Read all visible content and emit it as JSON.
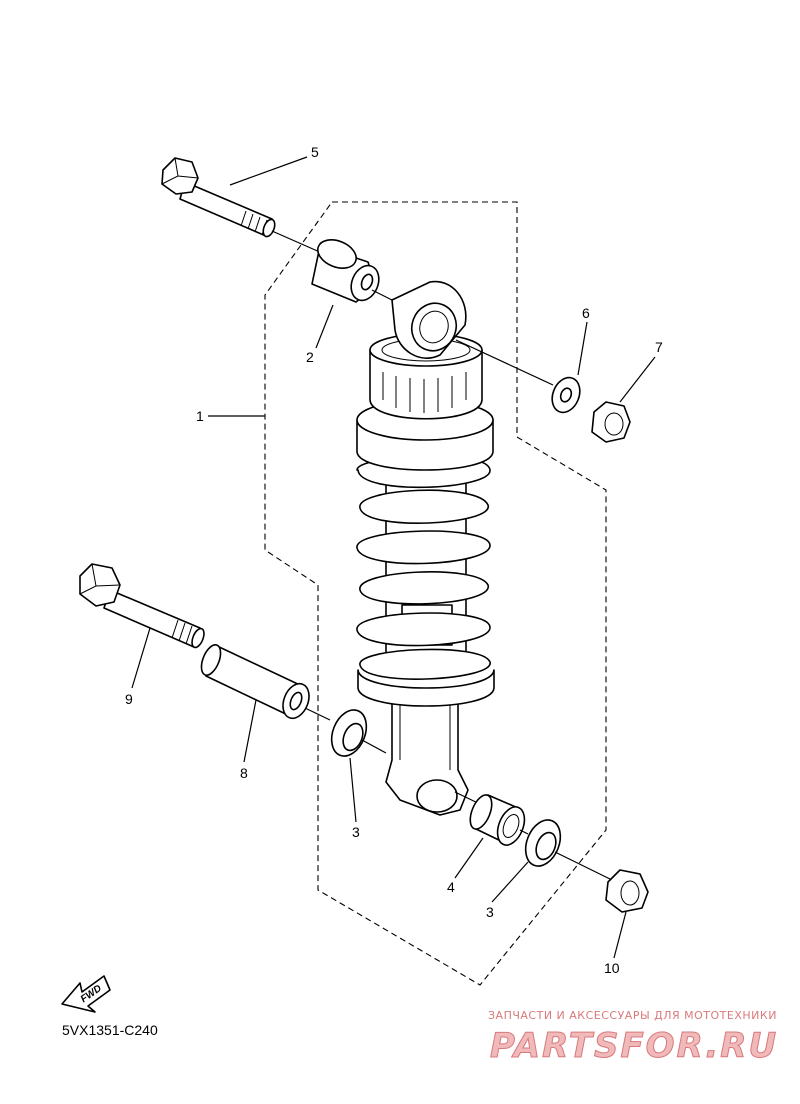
{
  "diagram": {
    "callouts": [
      {
        "id": "1",
        "label": "1"
      },
      {
        "id": "2",
        "label": "2"
      },
      {
        "id": "3a",
        "label": "3"
      },
      {
        "id": "3b",
        "label": "3"
      },
      {
        "id": "4",
        "label": "4"
      },
      {
        "id": "5",
        "label": "5"
      },
      {
        "id": "6",
        "label": "6"
      },
      {
        "id": "7",
        "label": "7"
      },
      {
        "id": "8",
        "label": "8"
      },
      {
        "id": "9",
        "label": "9"
      },
      {
        "id": "10",
        "label": "10"
      }
    ],
    "drawing_code": "5VX1351-C240",
    "fwd_label": "FWD"
  },
  "watermark": {
    "tagline": "ЗАПЧАСТИ И АКСЕССУАРЫ ДЛЯ МОТОТЕХНИКИ",
    "site": "PARTSFOR.RU",
    "color": "#d9797c"
  }
}
